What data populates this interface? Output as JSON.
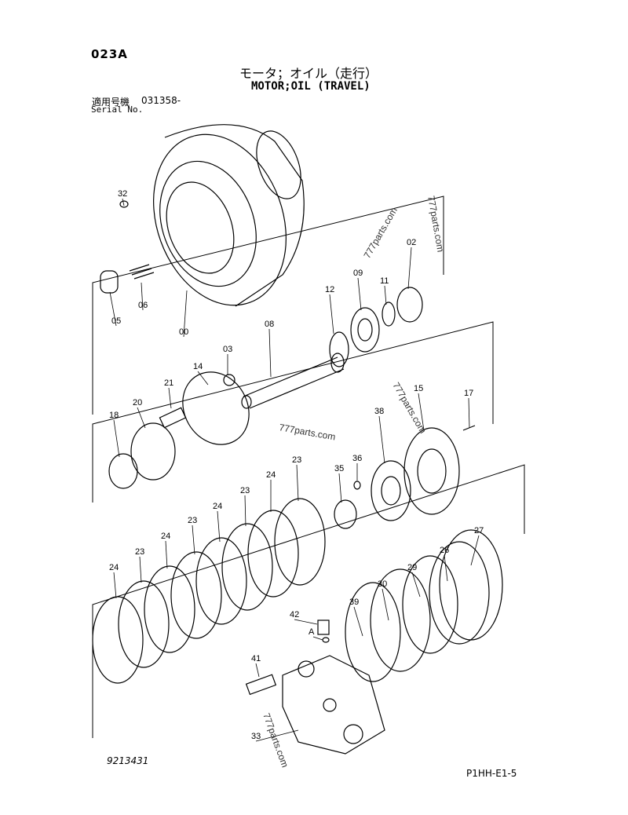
{
  "header": {
    "page_code": "023A",
    "title_jp": "モータ；オイル（走行）",
    "title_en": "MOTOR;OIL (TRAVEL)",
    "serial_label_jp": "適用号機",
    "serial_number": "031358-",
    "serial_label_en": "Serial No."
  },
  "callouts": [
    "32",
    "06",
    "05",
    "00",
    "03",
    "08",
    "12",
    "09",
    "11",
    "02",
    "14",
    "21",
    "20",
    "18",
    "15",
    "17",
    "38",
    "36",
    "35",
    "23",
    "24",
    "23",
    "24",
    "23",
    "24",
    "23",
    "24",
    "27",
    "26",
    "29",
    "30",
    "39",
    "42",
    "A",
    "41",
    "33"
  ],
  "watermarks": [
    "777parts.com",
    "777parts.com",
    "777parts.com",
    "777parts.com",
    "777parts.com"
  ],
  "footer": {
    "drawing_number": "9213431",
    "page_ref": "P1HH-E1-5"
  }
}
